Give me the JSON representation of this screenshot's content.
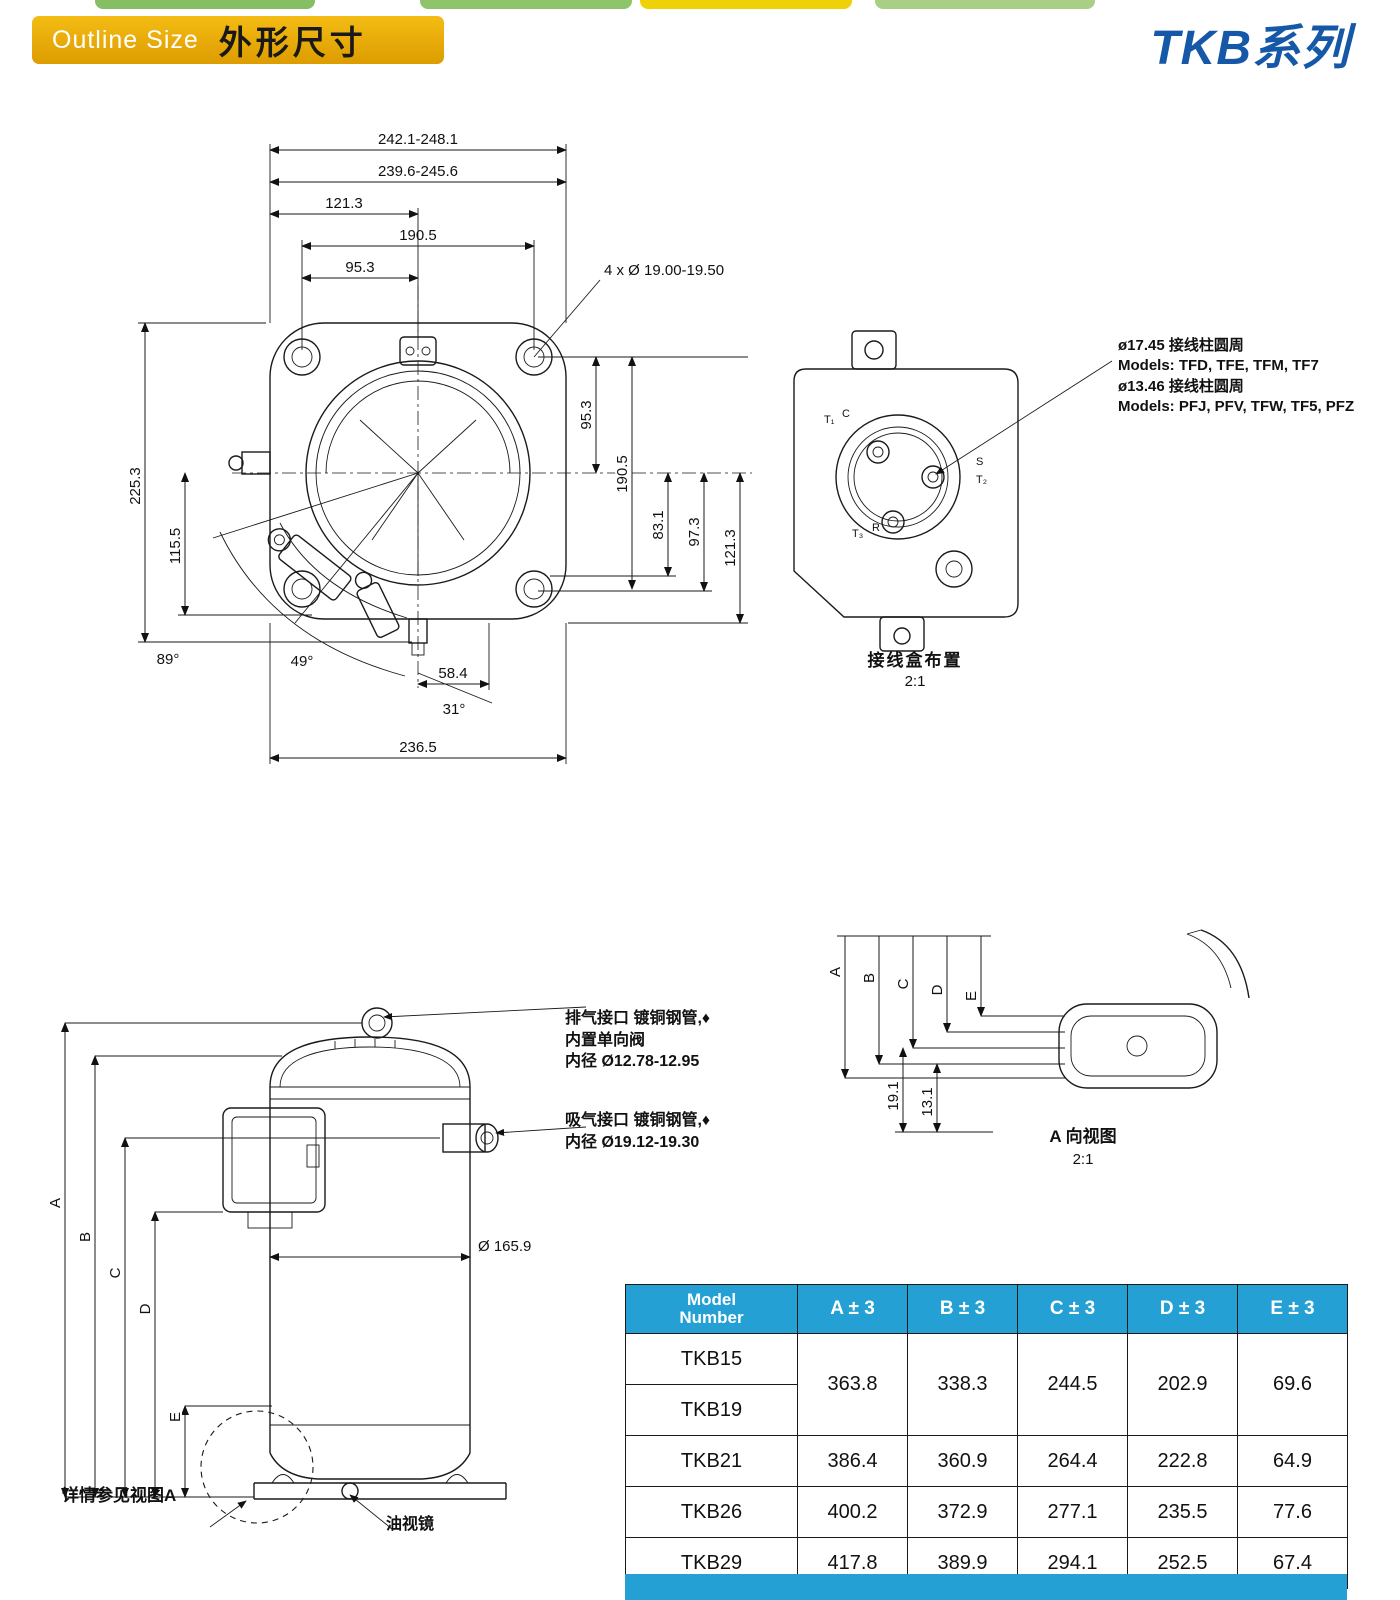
{
  "colors": {
    "badge_gold": "#e8a90a",
    "series_blue": "#1558a8",
    "table_header_blue": "#24a0d4",
    "tab_green": "#86bf63",
    "tab_yellow": "#eed207"
  },
  "header": {
    "badge_en": "Outline Size",
    "badge_zh": "外形尺寸",
    "series": "TKB系列"
  },
  "top_view": {
    "dim_242": "242.1-248.1",
    "dim_239": "239.6-245.6",
    "dim_121_top": "121.3",
    "dim_190_top": "190.5",
    "dim_95_top": "95.3",
    "hole_note": "4 x Ø 19.00-19.50",
    "dim_225": "225.3",
    "dim_115": "115.5",
    "dim_95_right": "95.3",
    "dim_190_right": "190.5",
    "dim_83": "83.1",
    "dim_97": "97.3",
    "dim_121_right": "121.3",
    "angle_89": "89°",
    "angle_49": "49°",
    "dim_58": "58.4",
    "angle_31": "31°",
    "dim_236": "236.5"
  },
  "terminal_box": {
    "note_line1": "ø17.45 接线柱圆周",
    "note_line2": "Models: TFD, TFE, TFM, TF7",
    "note_line3": "ø13.46 接线柱圆周",
    "note_line4": "Models: PFJ, PFV, TFW, TF5, PFZ",
    "caption": "接线盒布置",
    "scale": "2:1",
    "labels": {
      "t1": "T₁",
      "c": "C",
      "s": "S",
      "t2": "T₂",
      "t3": "T₃",
      "r": "R"
    }
  },
  "side_view": {
    "discharge_line1": "排气接口 镀铜钢管,♦",
    "discharge_line2": "内置单向阀",
    "discharge_line3": "内径 Ø12.78-12.95",
    "suction_line1": "吸气接口 镀铜钢管,♦",
    "suction_line2": "内径 Ø19.12-19.30",
    "diameter": "Ø 165.9",
    "detail_note": "详情参见视图A",
    "oil_glass": "油视镜",
    "letters": [
      "A",
      "B",
      "C",
      "D",
      "E"
    ]
  },
  "view_a": {
    "letters": [
      "A",
      "B",
      "C",
      "D",
      "E"
    ],
    "dim_19": "19.1",
    "dim_13": "13.1",
    "caption": "A 向视图",
    "scale": "2:1"
  },
  "table": {
    "col_model_line1": "Model",
    "col_model_line2": "Number",
    "cols": [
      "A ± 3",
      "B ± 3",
      "C ± 3",
      "D ± 3",
      "E ± 3"
    ],
    "row_tkb15": {
      "model": "TKB15"
    },
    "row_tkb19": {
      "model": "TKB19"
    },
    "merged": {
      "a": "363.8",
      "b": "338.3",
      "c": "244.5",
      "d": "202.9",
      "e": "69.6"
    },
    "row_tkb21": {
      "model": "TKB21",
      "a": "386.4",
      "b": "360.9",
      "c": "264.4",
      "d": "222.8",
      "e": "64.9"
    },
    "row_tkb26": {
      "model": "TKB26",
      "a": "400.2",
      "b": "372.9",
      "c": "277.1",
      "d": "235.5",
      "e": "77.6"
    },
    "row_tkb29": {
      "model": "TKB29",
      "a": "417.8",
      "b": "389.9",
      "c": "294.1",
      "d": "252.5",
      "e": "67.4"
    }
  }
}
